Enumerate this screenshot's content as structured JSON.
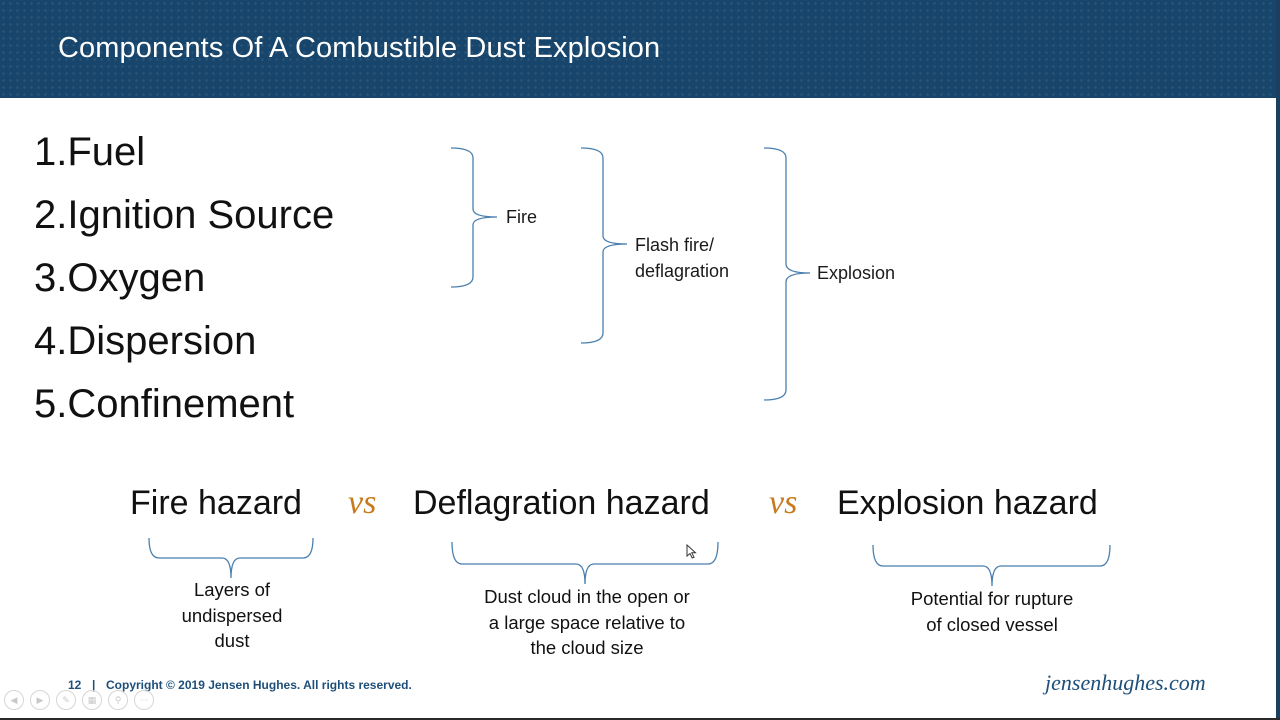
{
  "slide": {
    "title": "Components Of A Combustible Dust Explosion",
    "list": [
      {
        "num": "1.",
        "label": "Fuel"
      },
      {
        "num": "2.",
        "label": "Ignition Source"
      },
      {
        "num": "3.",
        "label": "Oxygen"
      },
      {
        "num": "4.",
        "label": "Dispersion"
      },
      {
        "num": "5.",
        "label": "Confinement"
      }
    ],
    "bracket_labels": {
      "fire": "Fire",
      "flash_line1": "Flash fire/",
      "flash_line2": "deflagration",
      "explosion": "Explosion"
    },
    "hazards": {
      "fire": "Fire hazard",
      "vs1": "vs",
      "deflagration": "Deflagration hazard",
      "vs2": "vs",
      "explosion": "Explosion hazard"
    },
    "descriptions": {
      "fire": [
        "Layers of",
        "undispersed",
        "dust"
      ],
      "deflagration": [
        "Dust cloud in the open or",
        "a large space relative to",
        "the cloud size"
      ],
      "explosion": [
        "Potential for rupture",
        "of closed vessel"
      ]
    },
    "footer": {
      "page_number": "12",
      "separator": "|",
      "copyright": "Copyright © 2019 Jensen Hughes. All rights reserved.",
      "brand": "jensenhughes.com"
    }
  },
  "colors": {
    "header_bg": "#17456b",
    "accent_vs": "#c77a1c",
    "footer_text": "#1e4f7a",
    "bracket": "#4a7fae"
  },
  "controls": {
    "icons": [
      "prev-icon",
      "next-icon",
      "pen-icon",
      "slides-icon",
      "zoom-icon",
      "more-icon"
    ]
  }
}
